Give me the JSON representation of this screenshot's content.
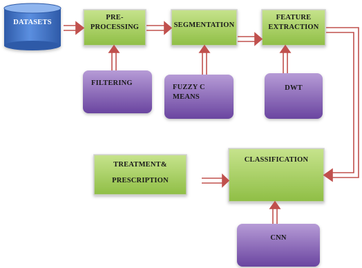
{
  "diagram": {
    "nodes": {
      "datasets": {
        "label": "DATASETS"
      },
      "preprocessing": {
        "line1": "PRE-",
        "line2": "PROCESSING"
      },
      "segmentation": {
        "label": "SEGMENTATION"
      },
      "feature": {
        "line1": "FEATURE",
        "line2": "EXTRACTION"
      },
      "filtering": {
        "label": "FILTERING"
      },
      "fuzzy": {
        "line1": "FUZZY C",
        "line2": "MEANS"
      },
      "dwt": {
        "label": "DWT"
      },
      "treatment": {
        "line1": "TREATMENT&",
        "line2": "PRESCRIPTION"
      },
      "classification": {
        "label": "CLASSIFICATION"
      },
      "cnn": {
        "label": "CNN"
      }
    },
    "colors": {
      "process_fill": "#a4cf5a",
      "process_border": "#c9c9c9",
      "method_fill": "#7e5ab0",
      "dataset_fill": "#3f6fc4",
      "arrow": "#c0504d"
    }
  }
}
